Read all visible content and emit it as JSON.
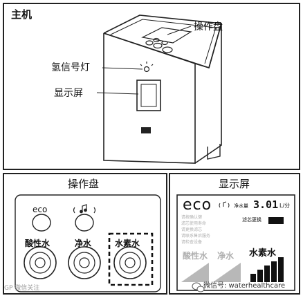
{
  "top_panel": {
    "title": "主机",
    "callouts": {
      "control_panel": "操作盘",
      "hydrogen_light": "氢信号灯",
      "display_screen": "显示屏"
    }
  },
  "control_panel": {
    "title": "操作盘",
    "buttons": [
      {
        "label": "eco",
        "kind": "small"
      },
      {
        "label": " ",
        "kind": "small",
        "icon": "sound-icon"
      },
      {
        "label": "酸性水",
        "kind": "large"
      },
      {
        "label": "净水",
        "kind": "large"
      },
      {
        "label": "水素水",
        "kind": "large",
        "highlighted": true
      }
    ]
  },
  "display_panel": {
    "title": "显示屏",
    "eco_label": "eco",
    "flow_label": "净水量",
    "flow_value": "3.01",
    "flow_unit": "L/分",
    "filter_label": "滤芯更换",
    "modes": [
      "酸性水",
      "净水",
      "水素水"
    ],
    "active_mode": "水素水",
    "hint_lines": [
      "请按确认键",
      "滤芯使用寿命",
      "请更换滤芯",
      "请联系售后服务",
      "请检查设备"
    ]
  },
  "watermark": {
    "left": "GP 微信关注",
    "right": "微信号: waterhealthcare"
  },
  "colors": {
    "border": "#222222",
    "gray_text": "#b0b0b0",
    "active_bar": "#111111"
  }
}
